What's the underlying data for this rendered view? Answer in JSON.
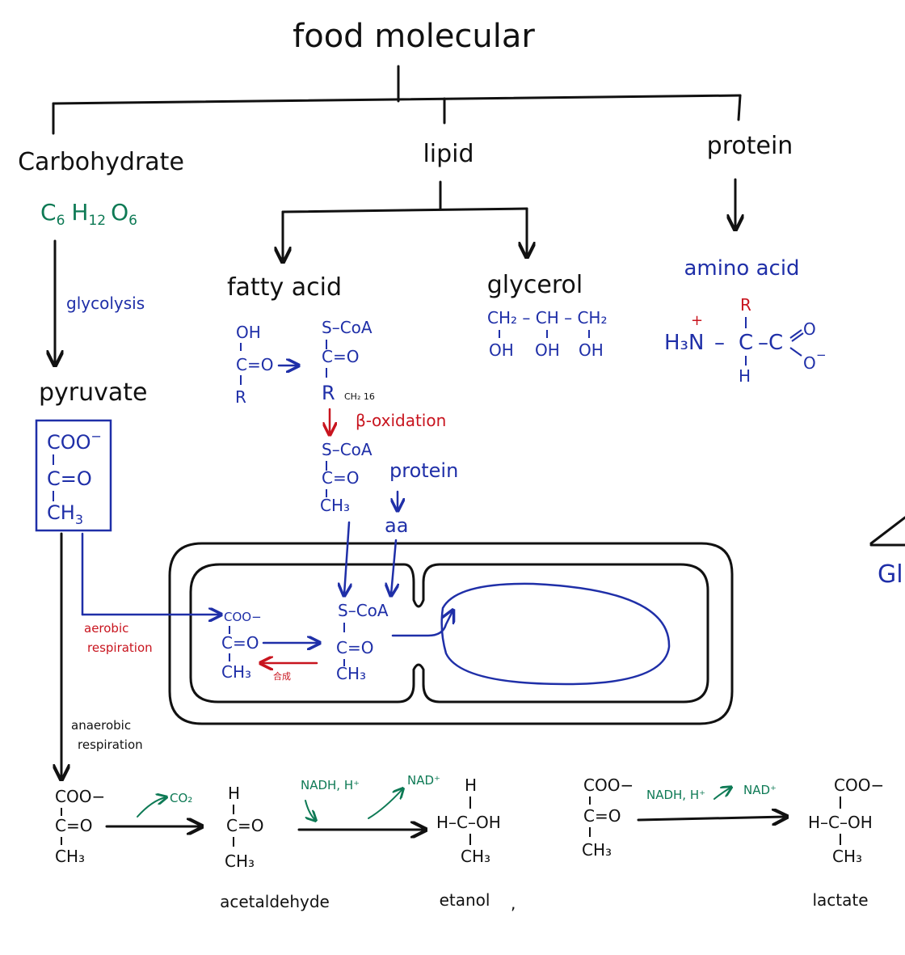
{
  "root": {
    "title": "food molecular"
  },
  "categories": {
    "carbohydrate": "Carbohydrate",
    "lipid": "lipid",
    "protein": "protein"
  },
  "carbohydrate": {
    "formula_main": [
      "C",
      "H",
      "O"
    ],
    "formula_sub": [
      "6",
      "12",
      "6"
    ],
    "process": "glycolysis",
    "product": "pyruvate",
    "pyruvate_structure": {
      "top": "COO",
      "charge": "−",
      "mid": "C=O",
      "bottom": "CH",
      "bottom_sub": "3"
    }
  },
  "lipid": {
    "fatty_acid": {
      "title": "fatty acid",
      "lines": [
        "OH",
        "C=O",
        "R"
      ],
      "activated": [
        "S–CoA",
        "C=O",
        "R"
      ],
      "chain_note": "CH₂ 16",
      "process": "β-oxidation",
      "acetyl": [
        "S–CoA",
        "C=O",
        "CH₃"
      ]
    },
    "glycerol": {
      "title": "glycerol",
      "top": "CH₂ – CH – CH₂",
      "oh": [
        "OH",
        "OH",
        "OH"
      ]
    }
  },
  "protein": {
    "product": "amino acid",
    "amino": {
      "r": "R",
      "plus": "+",
      "amine": "H₃N",
      "dash": "–",
      "alpha": "C",
      "h": "H",
      "carboxyl_c": "–C",
      "o_top": "O",
      "o_bottom": "O",
      "o_charge": "−"
    },
    "second_label": "protein",
    "aa": "aa"
  },
  "mitochondrion": {
    "pyruvate_lines": [
      "COO−",
      "C=O",
      "CH₃"
    ],
    "acetyl_lines": [
      "S–CoA",
      "C=O",
      "CH₃"
    ],
    "reverse_note": "合成",
    "aerobic": [
      "aerobic",
      "respiration"
    ]
  },
  "anaerobic": {
    "label": [
      "anaerobic",
      "respiration"
    ],
    "pyruvate": [
      "COO−",
      "C=O",
      "CH₃"
    ],
    "co2": "CO₂",
    "acetaldehyde_lines": [
      "H",
      "C=O",
      "CH₃"
    ],
    "acetaldehyde": "acetaldehyde",
    "nadh": "NADH, H⁺",
    "nad": "NAD⁺",
    "ethanol_lines": [
      "H",
      "H–C–OH",
      "CH₃"
    ],
    "ethanol": "etanol",
    "comma": ",",
    "pyruvate2": [
      "COO−",
      "C=O",
      "CH₃"
    ],
    "nadh2": "NADH, H⁺",
    "nad2": "NAD⁺",
    "lactate_lines": [
      "COO−",
      "H–C–OH",
      "CH₃"
    ],
    "lactate": "lactate"
  },
  "cutoff": {
    "text": "Gl"
  },
  "colors": {
    "ink": "#111111",
    "blue": "#1f2fa8",
    "red": "#c8141e",
    "green": "#0e7a55"
  }
}
